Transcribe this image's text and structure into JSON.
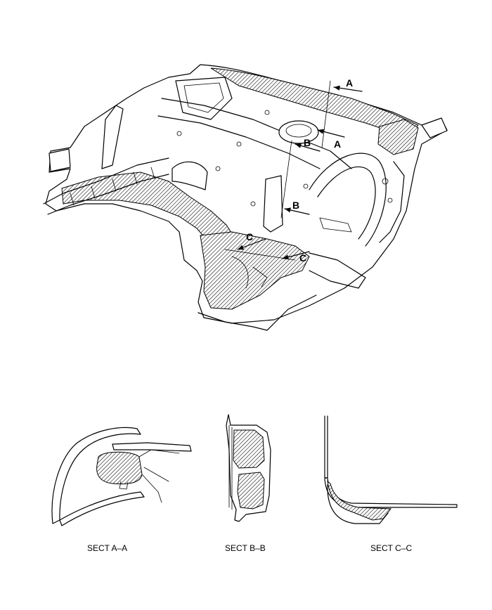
{
  "callouts": {
    "a_top": "A",
    "a_bottom": "A",
    "b_top": "B",
    "b_bottom": "B",
    "c_left": "C",
    "c_right": "C"
  },
  "captions": {
    "sect_aa": "SECT A–A",
    "sect_bb": "SECT B–B",
    "sect_cc": "SECT C–C"
  }
}
